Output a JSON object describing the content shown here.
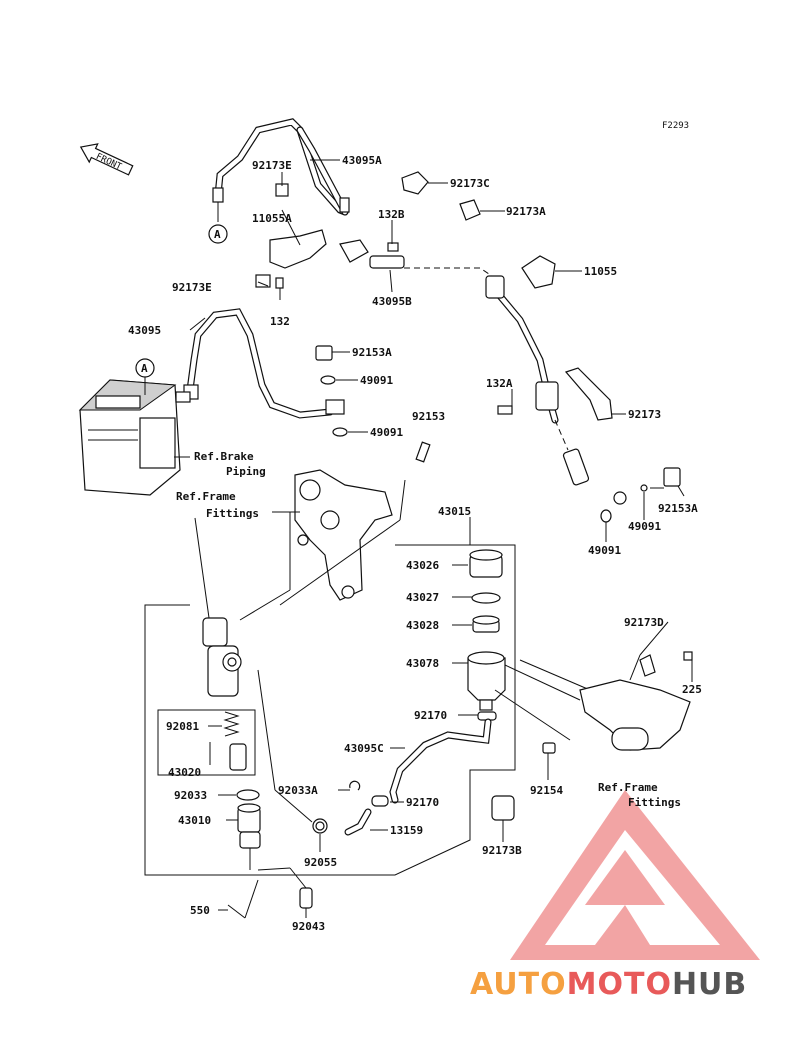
{
  "figure_code": "F2293",
  "front_label": "FRONT",
  "callout_a": "A",
  "parts": {
    "p43095A": "43095A",
    "p92173E_top": "92173E",
    "p11055A": "11055A",
    "p92173E_low": "92173E",
    "p132": "132",
    "p132B": "132B",
    "p43095B": "43095B",
    "p92173C": "92173C",
    "p92173A": "92173A",
    "p11055": "11055",
    "p43095": "43095",
    "p92153A_top": "92153A",
    "p49091_top": "49091",
    "p49091_mid": "49091",
    "p92153": "92153",
    "p132A": "132A",
    "p92173": "92173",
    "p92153A_right": "92153A",
    "p49091_right": "49091",
    "p49091_right2": "49091",
    "p43015": "43015",
    "p43026": "43026",
    "p43027": "43027",
    "p43028": "43028",
    "p43078": "43078",
    "p92173D": "92173D",
    "p225": "225",
    "p92170_top": "92170",
    "p43095C": "43095C",
    "p92154": "92154",
    "p92081": "92081",
    "p43020": "43020",
    "p92033A": "92033A",
    "p92033": "92033",
    "p92170_low": "92170",
    "p43010": "43010",
    "p13159": "13159",
    "p92055": "92055",
    "p92173B": "92173B",
    "p550": "550",
    "p92043": "92043"
  },
  "refs": {
    "brake_piping_1": "Ref.Brake",
    "brake_piping_2": "Piping",
    "frame_fittings_left_1": "Ref.Frame",
    "frame_fittings_left_2": "Fittings",
    "frame_fittings_right_1": "Ref.Frame",
    "frame_fittings_right_2": "Fittings"
  },
  "watermark": {
    "part1": "AUTO",
    "part2": "MOTO",
    "part3": "HUB",
    "color1": "#f5a040",
    "color2": "#e85a5a",
    "color3": "#555555",
    "logo_color": "#e85a5a"
  }
}
